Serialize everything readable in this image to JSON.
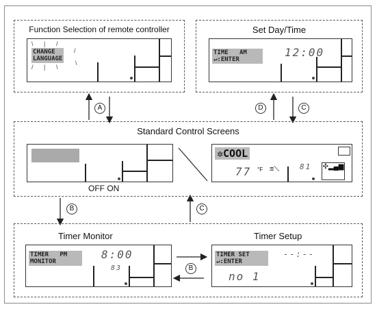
{
  "boxes": {
    "function_selection": {
      "title": "Function Selection of remote controller",
      "lcd_text_line1": "CHANGE",
      "lcd_text_line2": "LANGUAGE"
    },
    "set_day_time": {
      "title": "Set Day/Time",
      "lcd_label_line1": "TIME",
      "lcd_label_ampm": "AM",
      "lcd_label_line2": "↵:ENTER",
      "lcd_clock": "12:00"
    },
    "standard_control": {
      "title": "Standard Control Screens",
      "off_on_label": "OFF ON",
      "mode_text": "COOL",
      "temp_set": "77",
      "unit": "°F",
      "room_temp": "81"
    },
    "timer_monitor": {
      "title": "Timer Monitor",
      "lcd_label_line1": "TIMER",
      "lcd_label_ampm": "PM",
      "lcd_label_line2": "MONITOR",
      "lcd_clock": "8:00",
      "lcd_temp": "83"
    },
    "timer_setup": {
      "title": "Timer Setup",
      "lcd_label_line1": "TIMER SET",
      "lcd_label_line2": "↵:ENTER",
      "lcd_clock": "--:--",
      "lcd_no": "no 1"
    }
  },
  "arrows": {
    "a": "A",
    "b_left": "B",
    "b_right": "B",
    "c_upper": "C",
    "c_lower": "C",
    "d": "D"
  }
}
